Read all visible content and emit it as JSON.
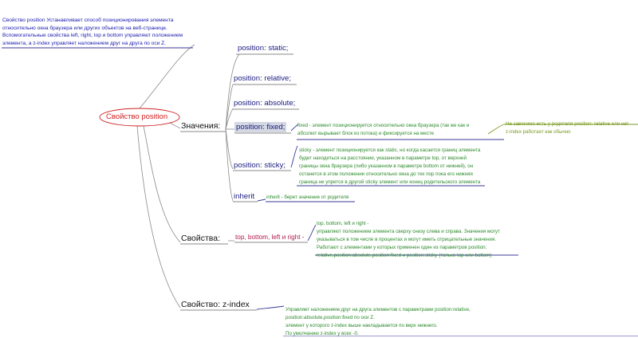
{
  "root": {
    "label": "Свойство position"
  },
  "intro": {
    "lines": [
      "Свойство position Устанавливает способ позиционирования элемента",
      "относительно окна браузера или других объектов на веб-странице.",
      "Вспомогательные свойства left, right, top и bottom управляют положением",
      "элемента, а z-index управляет наложением друг на друга по оси Z."
    ]
  },
  "branches": {
    "values": "Значения:",
    "props": "Свойства:",
    "zindex": "Свойство: z-index"
  },
  "values": {
    "static": "position: static;",
    "relative": "position: relative;",
    "absolute": "position: absolute;",
    "fixed": "position: fixed;",
    "sticky": "position: sticky;",
    "inherit": "inherit"
  },
  "props_child": "top, bottom, left и right -",
  "notes": {
    "fixed": [
      "fixed - элемент позиционируется относительно окна браузера (так же как и",
      "абсолют вырывает блок из потока) и фиксируется на месте"
    ],
    "fixed_aside": [
      "Не зависимо есть у родителя position: relative или нет",
      "z-index работает как обычно"
    ],
    "sticky": [
      "sticky - элемент позиционируется как static, но когда касается границ элемента",
      "будет находиться на расстоянии, указанном в параметре top, от верхней",
      "границы окна браузера (либо указанном в параметре bottom от нижней), он",
      "останется в этом положении относительно окна до тех пор пока его нижняя",
      "граница не упрется в другой sticky элемент или конец родительского элемента"
    ],
    "inherit": [
      "inherit - берет значение от родителя"
    ],
    "props": [
      "top, bottom, left и right -",
      "управляют положением элемента сверху снизу слева и справа. Значения могут",
      "указываться в том числе в процентах и могут иметь отрицательные значения.",
      "Работают с элементами у которых применен один из параметров position:",
      "relative,position:absolute,position:fixed и position:sticky (только top или bottom)"
    ],
    "zindex": [
      "Управляет наложением друг на друга элементов с параметрами position:relative,",
      "position:absolute,position:fixed по оси Z.",
      "элемент у которого z-index выше накладывается по верх нижнего.",
      "По умолчанию z-index у всех -0."
    ]
  },
  "colors": {
    "connector": "#8a8a8a",
    "note_line": "#3a3a9a",
    "aside_line": "#7a9a20",
    "root_border": "#d02020",
    "leaf_text": "#1a1a80",
    "note_text": "#2a8a2a",
    "intro_text": "#1a1ab0"
  }
}
